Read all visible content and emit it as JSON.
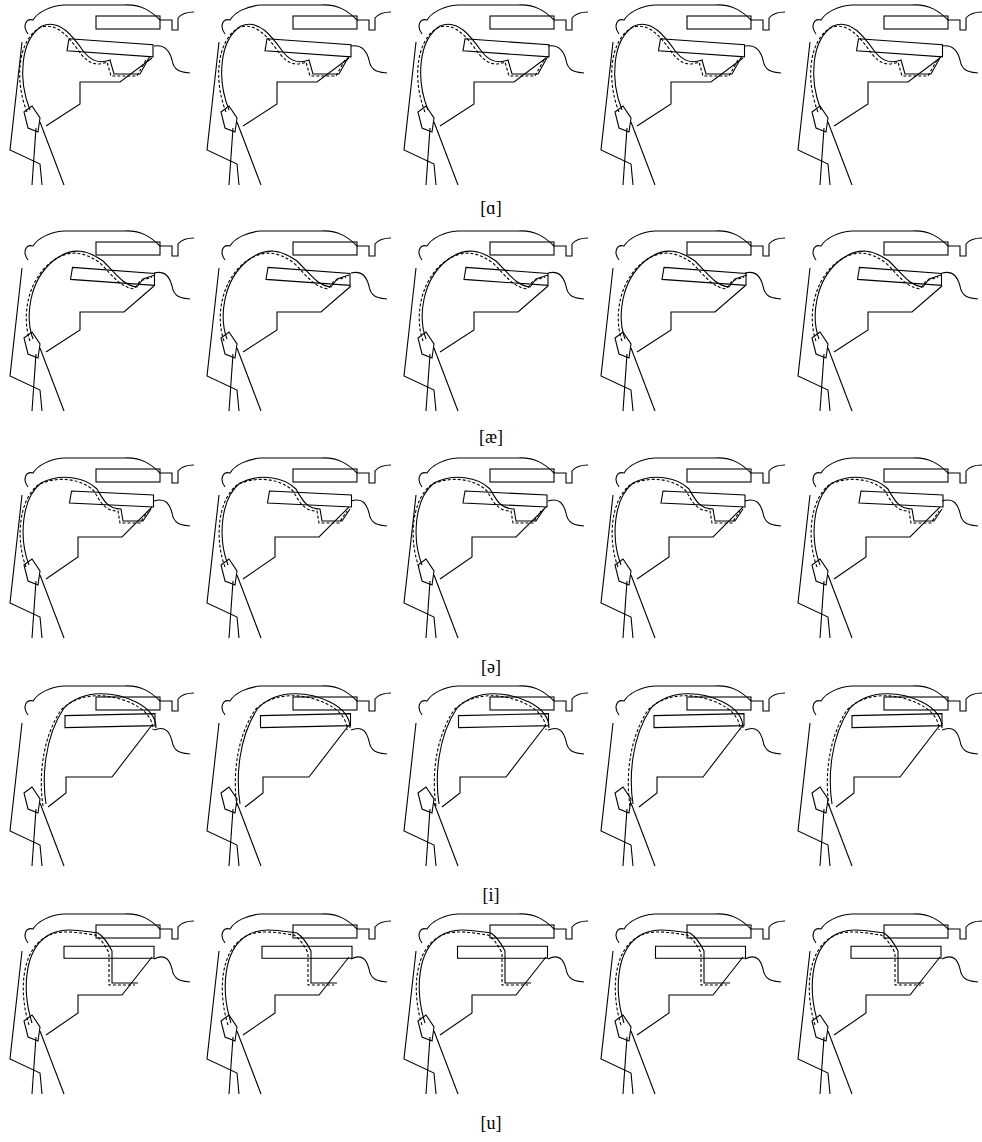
{
  "diagram": {
    "labels": [
      "[ɑ]",
      "[æ]",
      "[ə]",
      "[i]",
      "[u]"
    ]
  }
}
